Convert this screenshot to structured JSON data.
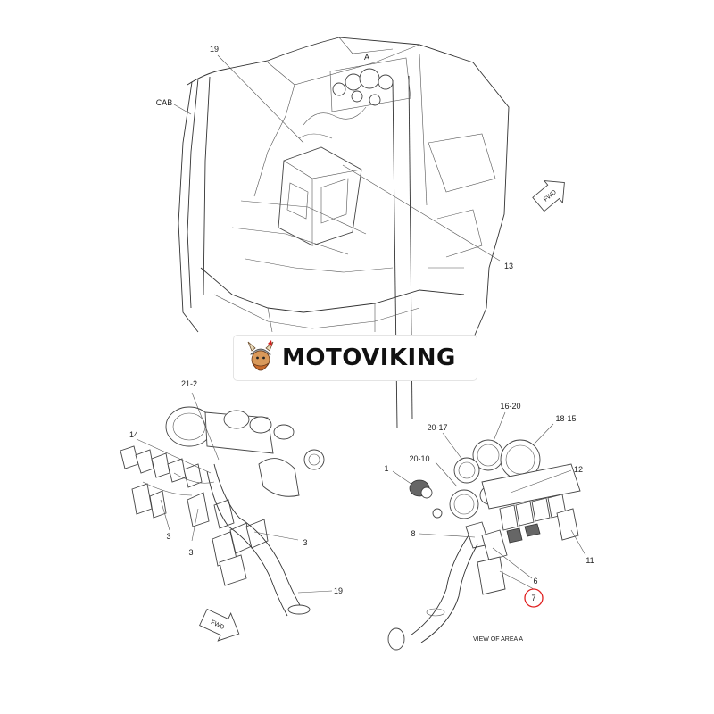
{
  "top_view": {
    "labels": {
      "cab": "CAB",
      "area_a": "A",
      "callout_19": "19",
      "callout_13": "13",
      "fwd": "FWD"
    }
  },
  "left_view": {
    "labels": {
      "callout_21_2": "21-2",
      "callout_14": "14",
      "callout_3a": "3",
      "callout_3b": "3",
      "callout_3c": "3",
      "callout_19": "19",
      "fwd": "FWD"
    }
  },
  "right_view": {
    "labels": {
      "callout_16_20": "16-20",
      "callout_18_15": "18-15",
      "callout_20_17": "20-17",
      "callout_20_10": "20-10",
      "callout_1": "1",
      "callout_12": "12",
      "callout_8": "8",
      "callout_11": "11",
      "callout_6": "6",
      "callout_7": "7"
    },
    "caption": "VIEW OF AREA A",
    "highlight_color": "#e02020"
  },
  "watermark": {
    "text": "MOTOVIKING",
    "mascot_icon": "viking-mascot-icon"
  }
}
